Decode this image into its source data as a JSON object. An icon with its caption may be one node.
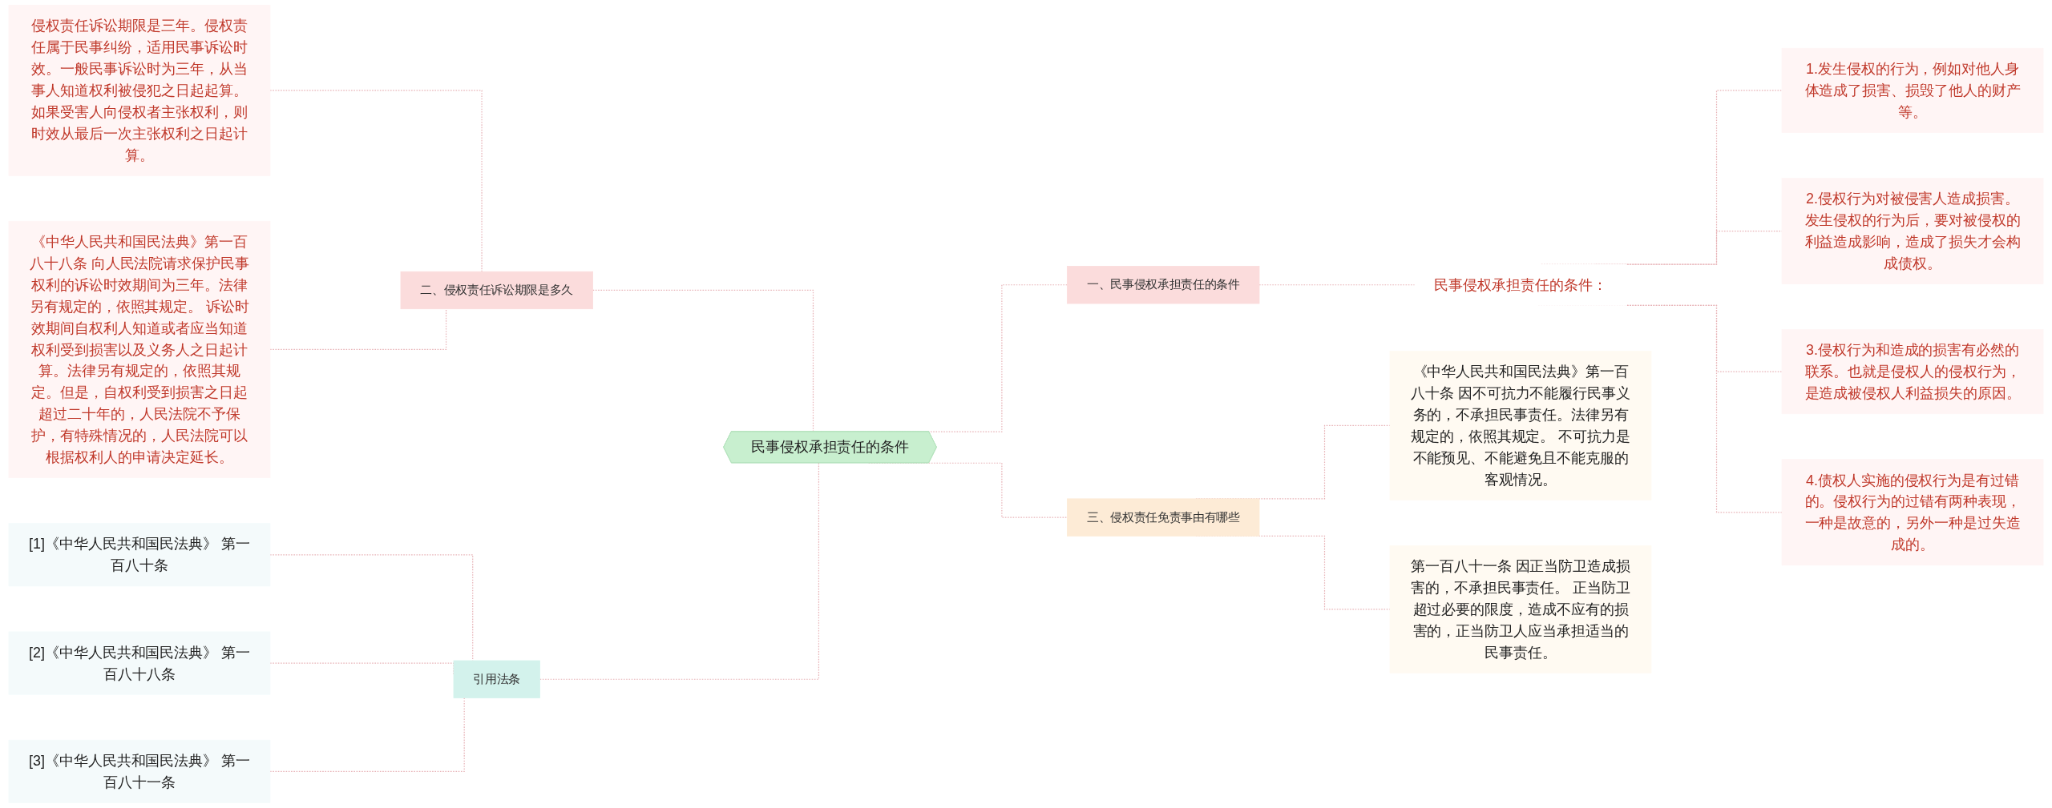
{
  "diagram": {
    "nodes": [
      {
        "text": [
          "民事侵权承担责任的条件"
        ]
      },
      {
        "text": [
          "一、民事侵权承担责任的条件"
        ]
      },
      {
        "text": [
          "民事侵权承担责任的条件："
        ]
      },
      {
        "text": [
          "1.发生侵权的行为，例如对他人身体造成了损害、损毁了他人的财产等。"
        ]
      },
      {
        "text": [
          "2.侵权行为对被侵害人造成损害。发生侵权的行为后，要对被侵权的利益造成影响，造成了损失才会构成债权。"
        ]
      },
      {
        "text": [
          "3.侵权行为和造成的损害有必然的联系。也就是侵权人的侵权行为，是造成被侵权人利益损失的原因。"
        ]
      },
      {
        "text": [
          "4.债权人实施的侵权行为是有过错的。侵权行为的过错有两种表现，一种是故意的，另外一种是过失造成的。"
        ]
      },
      {
        "text": [
          "三、侵权责任免责事由有哪些"
        ]
      },
      {
        "text": [
          "《中华人民共和国民法典》第一百八十条 因不可抗力不能履行民事义务的，不承担民事责任。法律另有规定的，依照其规定。 不可抗力是不能预见、不能避免且不能克服的客观情况。"
        ]
      },
      {
        "text": [
          "第一百八十一条 因正当防卫造成损害的，不承担民事责任。 正当防卫超过必要的限度，造成不应有的损害的，正当防卫人应当承担适当的民事责任。"
        ]
      },
      {
        "text": [
          "二、侵权责任诉讼期限是多久"
        ]
      },
      {
        "text": [
          "侵权责任诉讼期限是三年。侵权责任属于民事纠纷，适用民事诉讼时效。一般民事诉讼时为三年，从当事人知道权利被侵犯之日起起算。如果受害人向侵权者主张权利，则时效从最后一次主张权利之日起计算。"
        ]
      },
      {
        "text": [
          "《中华人民共和国民法典》第一百八十八条 向人民法院请求保护民事权利的诉讼时效期间为三年。法律另有规定的，依照其规定。 诉讼时效期间自权利人知道或者应当知道权利受到损害以及义务人之日起计算。法律另有规定的，依照其规定。但是，自权利受到损害之日起超过二十年的，人民法院不予保护，有特殊情况的，人民法院可以根据权利人的申请决定延长。"
        ]
      },
      {
        "text": [
          "引用法条"
        ]
      },
      {
        "text": [
          "[1]《中华人民共和国民法典》 第一百八十条"
        ]
      },
      {
        "text": [
          "[2]《中华人民共和国民法典》 第一百八十八条"
        ]
      },
      {
        "text": [
          "[3]《中华人民共和国民法典》 第一百八十一条"
        ]
      }
    ],
    "edges": [
      {
        "from": 0,
        "to": 1,
        "arrow": "none",
        "style": "dashed"
      },
      {
        "from": 1,
        "to": 2,
        "arrow": "none",
        "style": "dashed"
      },
      {
        "from": 2,
        "to": 3,
        "arrow": "none",
        "style": "dashed"
      },
      {
        "from": 2,
        "to": 4,
        "arrow": "none",
        "style": "dashed"
      },
      {
        "from": 2,
        "to": 5,
        "arrow": "none",
        "style": "dashed"
      },
      {
        "from": 2,
        "to": 6,
        "arrow": "none",
        "style": "dashed"
      },
      {
        "from": 0,
        "to": 7,
        "arrow": "none",
        "style": "dashed"
      },
      {
        "from": 7,
        "to": 8,
        "arrow": "none",
        "style": "dashed"
      },
      {
        "from": 7,
        "to": 9,
        "arrow": "none",
        "style": "dashed"
      },
      {
        "from": 11,
        "to": 10,
        "arrow": "none",
        "style": "dashed"
      },
      {
        "from": 12,
        "to": 10,
        "arrow": "none",
        "style": "dashed"
      },
      {
        "from": 10,
        "to": 0,
        "arrow": "none",
        "style": "dashed"
      },
      {
        "from": 14,
        "to": 13,
        "arrow": "none",
        "style": "dashed"
      },
      {
        "from": 15,
        "to": 13,
        "arrow": "none",
        "style": "dashed"
      },
      {
        "from": 16,
        "to": 13,
        "arrow": "none",
        "style": "dashed"
      },
      {
        "from": 13,
        "to": 0,
        "arrow": "none",
        "style": "dashed"
      }
    ]
  }
}
